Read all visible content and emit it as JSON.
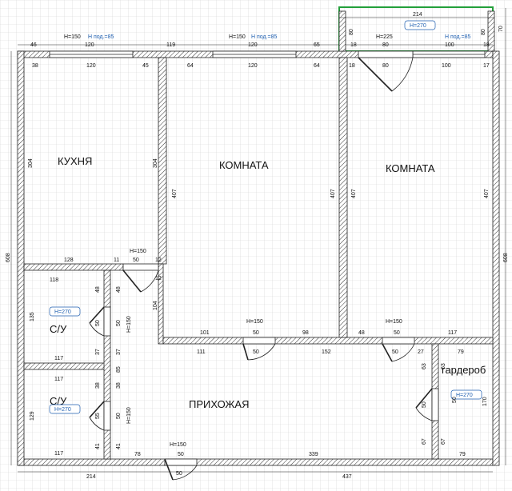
{
  "rooms": {
    "kitchen": "КУХНЯ",
    "room_left": "КОМНАТА",
    "room_right": "КОМНАТА",
    "bath1": "С/У",
    "bath2": "С/У",
    "hall": "ПРИХОЖАЯ",
    "wardrobe": "гардероб"
  },
  "windows": {
    "w1_h": "H=150",
    "w1_sill": "H под.=85",
    "w2_h": "H=150",
    "w2_sill": "H под.=85",
    "w3_h": "H=225",
    "w3_sill": "H под.=85"
  },
  "doors": {
    "d_kitchen": "H=150",
    "d_room1": "H=150",
    "d_room2": "H=150",
    "d_bath1": "H=150",
    "d_bath2": "H=150",
    "d_entry": "H=150"
  },
  "heights": {
    "balcony": "H=270",
    "bath1": "H=270",
    "bath2": "H=270",
    "wardrobe": "H=270"
  },
  "dims_top_outer": [
    "46",
    "120",
    "119",
    "120",
    "65",
    "18",
    "80",
    "100",
    "18"
  ],
  "dims_top_inner": [
    "38",
    "120",
    "45",
    "64",
    "120",
    "64",
    "18",
    "80",
    "100",
    "17"
  ],
  "dims_misc": {
    "balcony_width": "214",
    "balcony_depth": "70",
    "balcony_side": "80",
    "balcony_side_r": "80",
    "kitchen_h": "304",
    "kitchen_h_r": "304",
    "room1_h_l": "407",
    "room1_h_r": "407",
    "room2_h_l": "407",
    "room2_h_r": "407",
    "total_h_l": "608",
    "total_h_r": "608",
    "kitchen_bottom": "128",
    "kitchen_door_l": "11",
    "kitchen_door": "50",
    "kitchen_door_r": "12",
    "kitchen_door_v": "12",
    "corridor_v": "104",
    "bath1_top": "118",
    "bath1_h": "135",
    "bath1_a": "48",
    "bath1_b": "48",
    "bath1_door": "50",
    "bath1_door2": "50",
    "bath1_c": "37",
    "bath1_d": "37",
    "bath1_bottom": "117",
    "bath2_top": "117",
    "bath2_h": "129",
    "bath2_a": "38",
    "bath2_b": "38",
    "bath2_door": "55",
    "bath2_door2": "50",
    "bath2_c": "41",
    "bath2_d": "41",
    "bath2_bottom": "117",
    "hall_v": "85",
    "room1_bottom_l": "101",
    "room1_bottom_d": "50",
    "room1_bottom_r": "98",
    "room2_bottom_l": "48",
    "room2_bottom_d": "50",
    "room2_bottom_r": "117",
    "hall_top_l": "111",
    "hall_top_d": "50",
    "hall_top_m": "152",
    "hall_top_d2": "50",
    "hall_top_r": "27",
    "ward_top": "79",
    "ward_a": "63",
    "ward_b": "63",
    "ward_door": "50",
    "ward_door2": "50",
    "ward_c": "67",
    "ward_d": "67",
    "ward_h": "170",
    "ward_bottom": "79",
    "hall_bottom_l": "78",
    "hall_bottom_d": "50",
    "hall_bottom_r": "339",
    "entry_door": "50",
    "total_w_l": "214",
    "total_w_r": "437"
  }
}
